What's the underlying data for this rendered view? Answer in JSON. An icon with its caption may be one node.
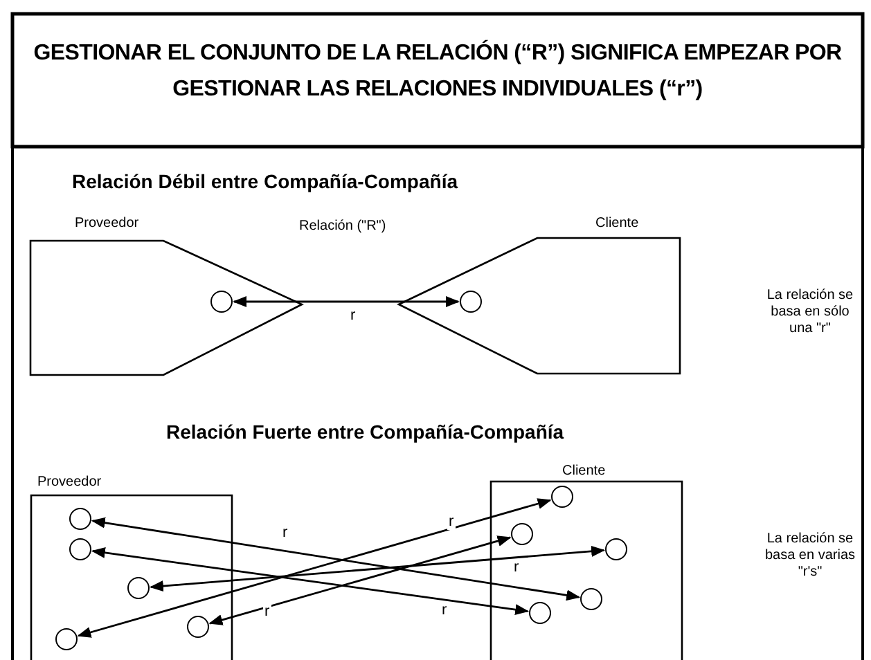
{
  "diagram": {
    "title": "GESTIONAR EL CONJUNTO DE LA RELACIÓN (“R”) SIGNIFICA EMPEZAR POR GESTIONAR LAS RELACIONES INDIVIDUALES (“r”)",
    "nodes": [
      {
        "text": [
          "Proveedor"
        ]
      },
      {
        "text": [],
        "shape": "circle",
        "in": 0
      },
      {
        "text": [
          "Cliente"
        ]
      },
      {
        "text": [],
        "shape": "circle",
        "in": 2
      },
      {
        "text": [
          "Proveedor"
        ]
      },
      {
        "text": [],
        "shape": "circle",
        "in": 4
      },
      {
        "text": [],
        "shape": "circle",
        "in": 4
      },
      {
        "text": [],
        "shape": "circle",
        "in": 4
      },
      {
        "text": [],
        "shape": "circle",
        "in": 4
      },
      {
        "text": [],
        "shape": "circle",
        "in": 4
      },
      {
        "text": [
          "Cliente"
        ]
      },
      {
        "text": [],
        "shape": "circle",
        "in": 10
      },
      {
        "text": [],
        "shape": "circle",
        "in": 10
      },
      {
        "text": [],
        "shape": "circle",
        "in": 10
      },
      {
        "text": [],
        "shape": "circle",
        "in": 10
      },
      {
        "text": [],
        "shape": "circle",
        "in": 10
      }
    ],
    "edges": [
      {
        "from": 1,
        "to": 3,
        "arrow": "both",
        "label": "r"
      },
      {
        "from": 5,
        "to": 14,
        "arrow": "both",
        "label": "r"
      },
      {
        "from": 6,
        "to": 15,
        "arrow": "both",
        "label": "r"
      },
      {
        "from": 7,
        "to": 13,
        "arrow": "both",
        "label": "r"
      },
      {
        "from": 9,
        "to": 11,
        "arrow": "both",
        "label": "r"
      },
      {
        "from": 8,
        "to": 12,
        "arrow": "both",
        "label": "r"
      }
    ],
    "labels": [
      "Relación Débil entre Compañía-Compañía",
      "Relación (\"R\")",
      "La relación se basa en sólo una \"r\"",
      "Relación Fuerte entre Compañía-Compañía",
      "La relación se basa en varias \"r's\""
    ]
  }
}
